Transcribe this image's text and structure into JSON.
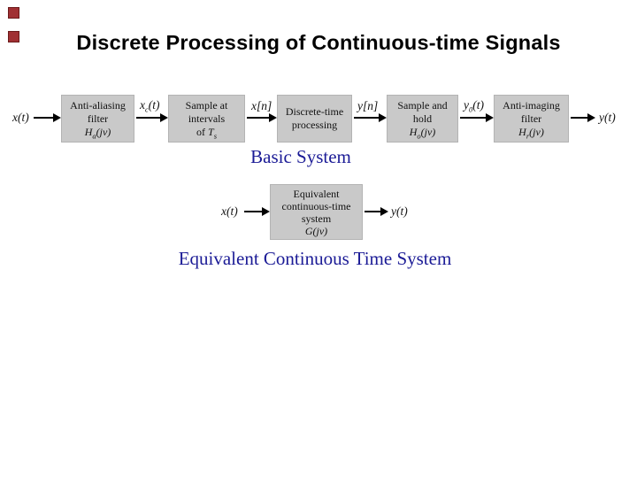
{
  "slide": {
    "title": "Discrete Processing of Continuous-time Signals"
  },
  "basic_system": {
    "caption": "Basic System",
    "input": {
      "base": "x",
      "sub": "",
      "args": "(t)"
    },
    "output": {
      "base": "y",
      "sub": "",
      "args": "(t)"
    },
    "labels": {
      "after_filter": {
        "base": "x",
        "sub": "c",
        "args": "(t)"
      },
      "after_sampler": {
        "base": "x",
        "sub": "",
        "args": "[n]"
      },
      "after_processing": {
        "base": "y",
        "sub": "",
        "args": "[n]"
      },
      "after_hold": {
        "base": "y",
        "sub": "0",
        "args": "(t)"
      }
    },
    "boxes": [
      {
        "line1": "Anti-aliasing",
        "line2": "filter",
        "formula": {
          "base": "H",
          "sub": "a",
          "args": "(jv)"
        }
      },
      {
        "line1": "Sample at",
        "line2": "intervals",
        "line3_prefix": "of ",
        "formula": {
          "base": "T",
          "sub": "s",
          "args": ""
        }
      },
      {
        "line1": "Discrete-time",
        "line2": "processing"
      },
      {
        "line1": "Sample and",
        "line2": "hold",
        "formula": {
          "base": "H",
          "sub": "o",
          "args": "(jv)"
        }
      },
      {
        "line1": "Anti-imaging",
        "line2": "filter",
        "formula": {
          "base": "H",
          "sub": "r",
          "args": "(jv)"
        }
      }
    ]
  },
  "equivalent_system": {
    "caption": "Equivalent Continuous Time System",
    "input": {
      "base": "x",
      "sub": "",
      "args": "(t)"
    },
    "output": {
      "base": "y",
      "sub": "",
      "args": "(t)"
    },
    "box": {
      "line1": "Equivalent",
      "line2": "continuous-time",
      "line3": "system",
      "formula": {
        "base": "G",
        "sub": "",
        "args": "(jv)"
      }
    }
  },
  "colors": {
    "title_text": "#000000",
    "caption_text": "#1b1b96",
    "box_background": "#c9c9c9",
    "box_border": "#b3b3b3",
    "arrow": "#000000",
    "bullet": "#a03033"
  }
}
